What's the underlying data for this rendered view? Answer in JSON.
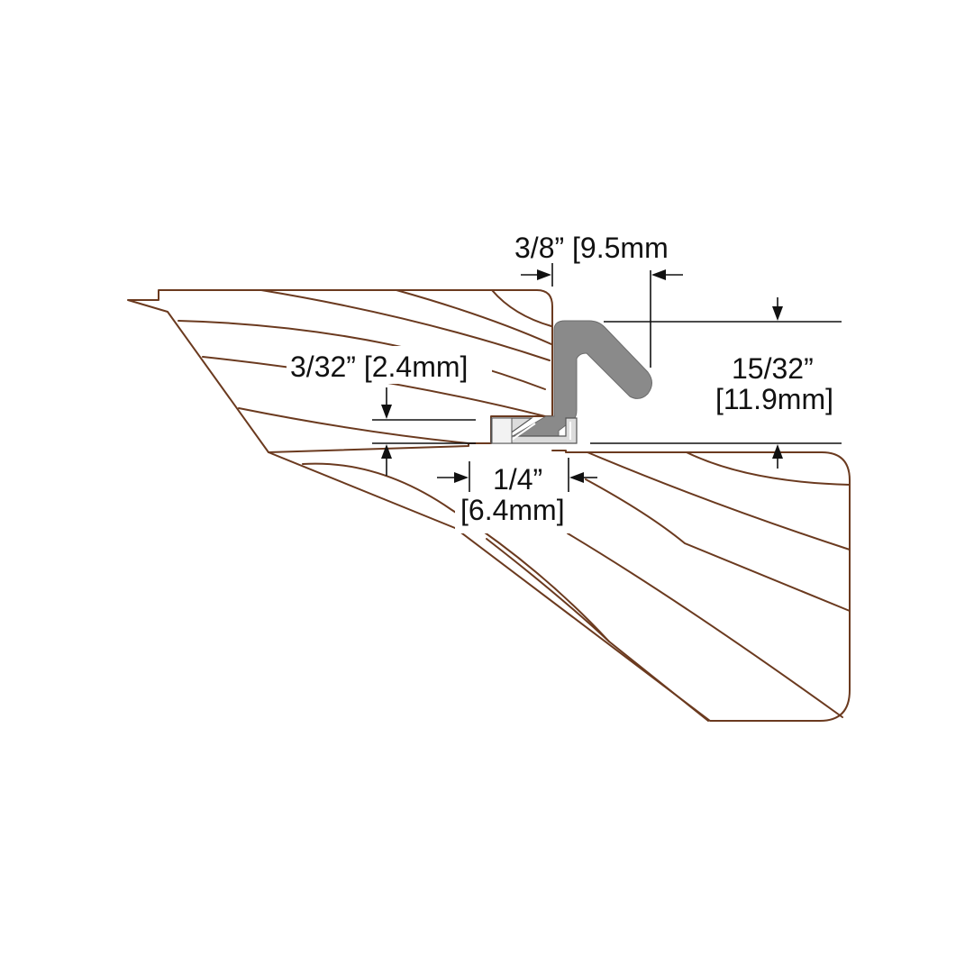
{
  "colors": {
    "wood_outline": "#6b3a1f",
    "seal_profile": "#8a8a8a",
    "insert": "#d8d8d8",
    "dimension": "#111111",
    "background": "#ffffff"
  },
  "dimensions": {
    "seal_width": "3/8” [9.5mm",
    "gap_depth": "3/32” [2.4mm]",
    "flange_width_in": "1/4”",
    "flange_width_mm": "[6.4mm]",
    "overall_height_in": "15/32”",
    "overall_height_mm": "[11.9mm]"
  }
}
